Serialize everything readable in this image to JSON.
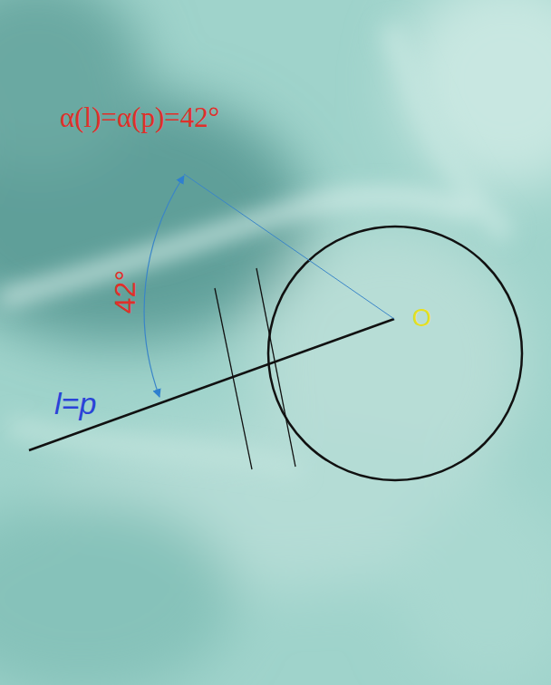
{
  "diagram": {
    "labels": [
      "α(l)=α(p)=42°",
      "42°",
      "l=p",
      "O"
    ]
  }
}
